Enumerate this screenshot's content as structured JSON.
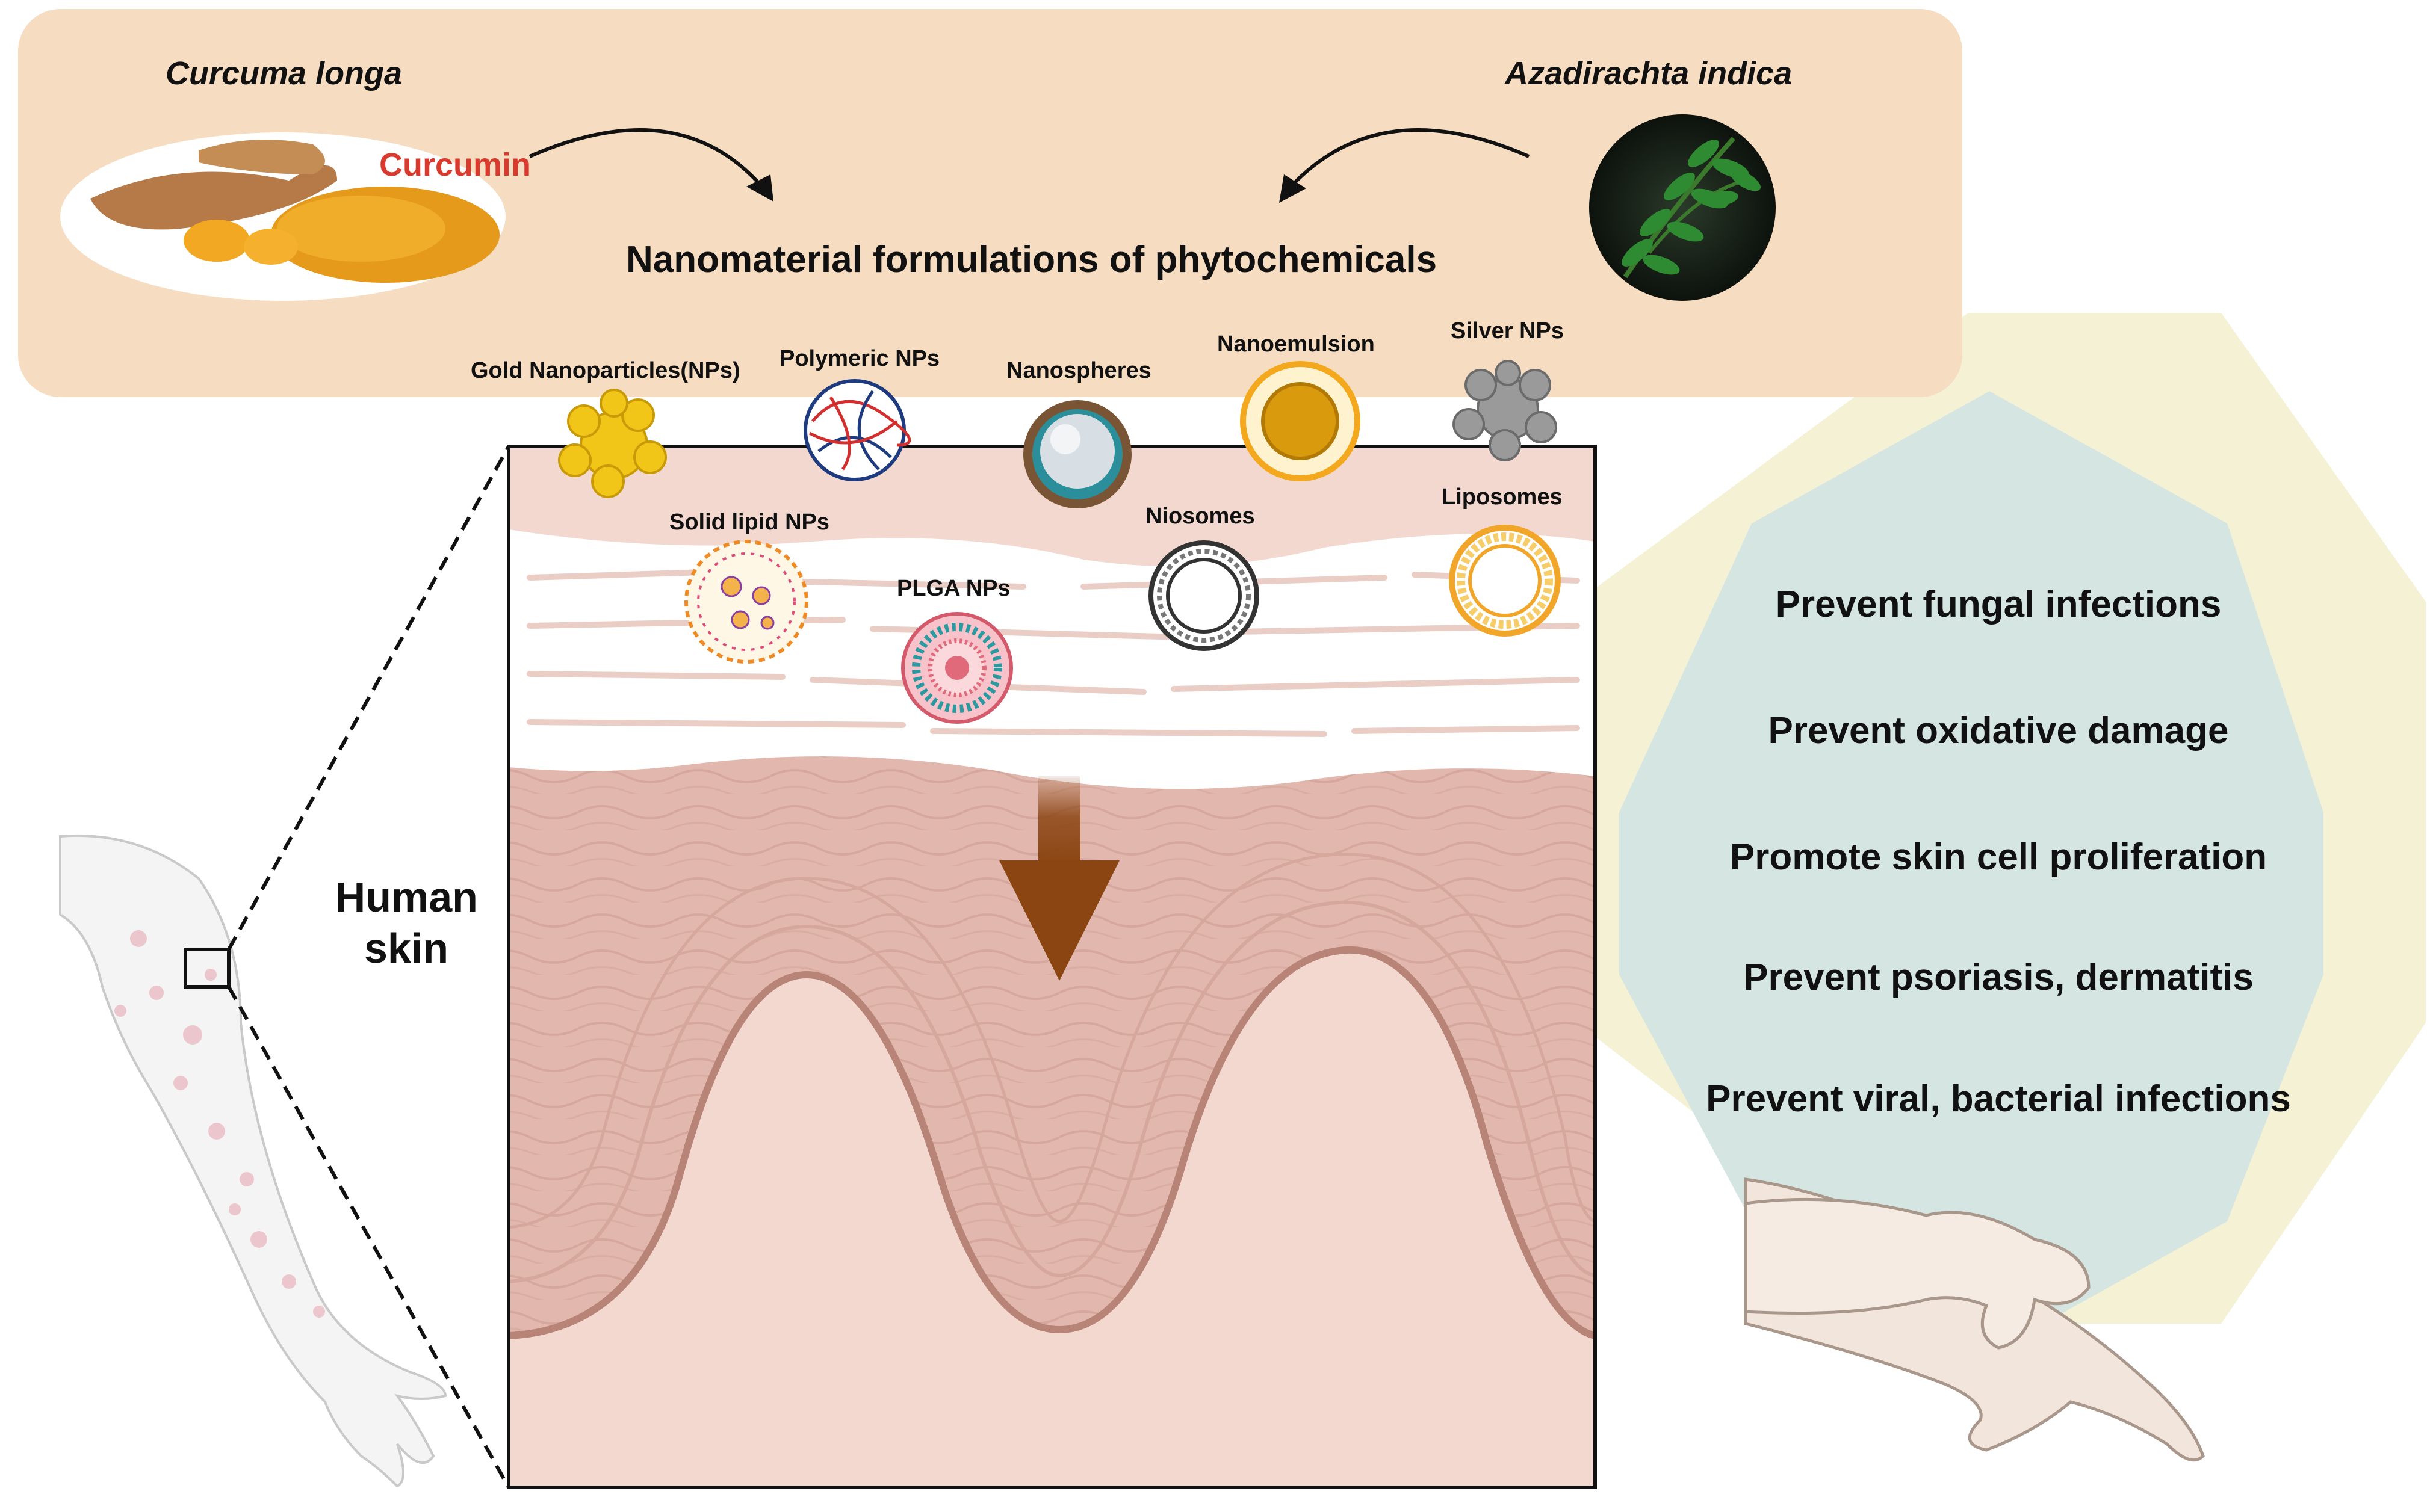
{
  "header": {
    "left_species": "Curcuma longa",
    "right_species": "Azadirachta indica",
    "compound": "Curcumin",
    "center_title": "Nanomaterial formulations of phytochemicals"
  },
  "nanoparticles": {
    "gold": "Gold Nanoparticles(NPs)",
    "polymeric": "Polymeric NPs",
    "nanospheres": "Nanospheres",
    "nanoemulsion": "Nanoemulsion",
    "silver": "Silver NPs",
    "solid_lipid": "Solid lipid NPs",
    "plga": "PLGA NPs",
    "niosomes": "Niosomes",
    "liposomes": "Liposomes"
  },
  "skin_label": [
    "Human",
    "skin"
  ],
  "benefits": [
    "Prevent fungal infections",
    "Prevent oxidative damage",
    "Promote skin cell proliferation",
    "Prevent psoriasis, dermatitis",
    "Prevent viral, bacterial infections"
  ],
  "colors": {
    "banner": "#f6dcc0",
    "compound_red": "#d83a2e",
    "skin_dermis": "#f3d8d0",
    "skin_epidermis": "#e2b8ae",
    "arrow_brown": "#8b4513",
    "octagon_outer": "#f5f1d4",
    "octagon_inner": "#d5e6e2"
  }
}
